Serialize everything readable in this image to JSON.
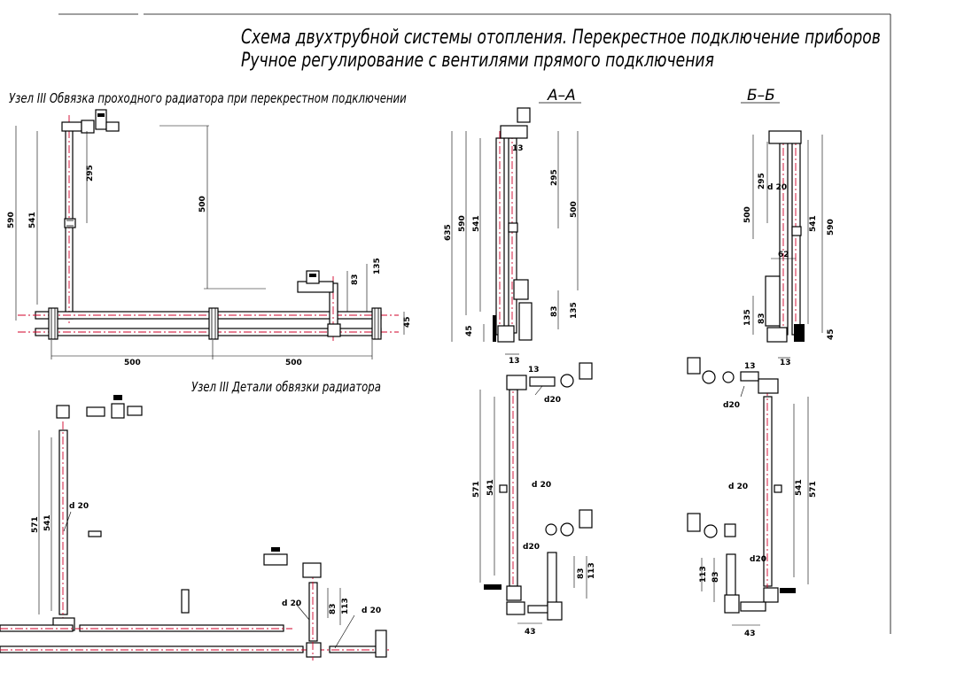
{
  "title": {
    "line1": "Схема двухтрубной системы отопления. Перекрестное подключение приборов",
    "line2": "Ручное регулирование с вентилями прямого подключения"
  },
  "labels": {
    "node_connection": "Узел III    Обвязка проходного радиатора при перекрестном подключении",
    "node_details": "Узел III   Детали обвязки  радиатора",
    "section_aa": "А–А",
    "section_bb": "Б–Б"
  },
  "dims": {
    "d500": "500",
    "d590": "590",
    "d541": "541",
    "d295": "295",
    "d135": "135",
    "d83": "83",
    "d45": "45",
    "d635": "635",
    "d13": "13",
    "d62": "62",
    "d571": "571",
    "d113": "113",
    "d43": "43",
    "pipe_d20": "d 20",
    "pipe_d20b": "d20"
  },
  "colors": {
    "axis": "#d0002a",
    "line": "#000000"
  }
}
